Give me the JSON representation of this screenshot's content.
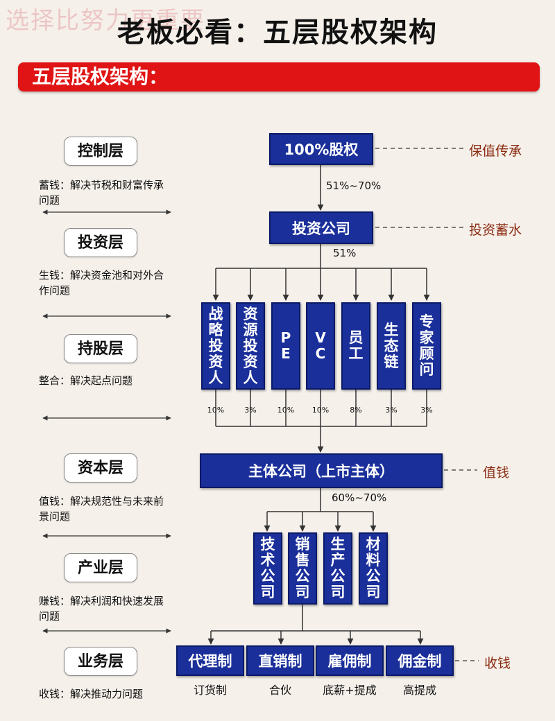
{
  "watermark": "选择比努力更重要",
  "title": "老板必看：五层股权架构",
  "banner": "五层股权架构：",
  "layers": [
    {
      "name": "控制层",
      "desc": "蓄钱：解决节税和财富传承问题"
    },
    {
      "name": "投资层",
      "desc": "生钱：解决资金池和对外合作问题"
    },
    {
      "name": "持股层",
      "desc": "整合：解决起点问题"
    },
    {
      "name": "资本层",
      "desc": "值钱：解决规范性与未来前景问题"
    },
    {
      "name": "产业层",
      "desc": "赚钱：解决利润和快速发展问题"
    },
    {
      "name": "业务层",
      "desc": "收钱：解决推动力问题"
    }
  ],
  "top_box": "100%股权",
  "top_side": "保值传承",
  "top_pct": "51%~70%",
  "invest_box": "投资公司",
  "invest_side": "投资蓄水",
  "invest_pct": "51%",
  "holders": [
    {
      "label": "战略投资人",
      "pct": "10%"
    },
    {
      "label": "资源投资人",
      "pct": "3%"
    },
    {
      "label": "PE",
      "pct": "10%"
    },
    {
      "label": "VC",
      "pct": "10%"
    },
    {
      "label": "员工",
      "pct": "8%"
    },
    {
      "label": "生态链",
      "pct": "3%"
    },
    {
      "label": "专家顾问",
      "pct": "3%"
    }
  ],
  "main_box": "主体公司（上市主体）",
  "main_side": "值钱",
  "main_pct": "60%~70%",
  "subs": [
    "技术公司",
    "销售公司",
    "生产公司",
    "材料公司"
  ],
  "biz": [
    {
      "label": "代理制",
      "sub": "订货制"
    },
    {
      "label": "直销制",
      "sub": "合伙"
    },
    {
      "label": "雇佣制",
      "sub": "底薪+提成"
    },
    {
      "label": "佣金制",
      "sub": "高提成"
    }
  ],
  "biz_side": "收钱"
}
